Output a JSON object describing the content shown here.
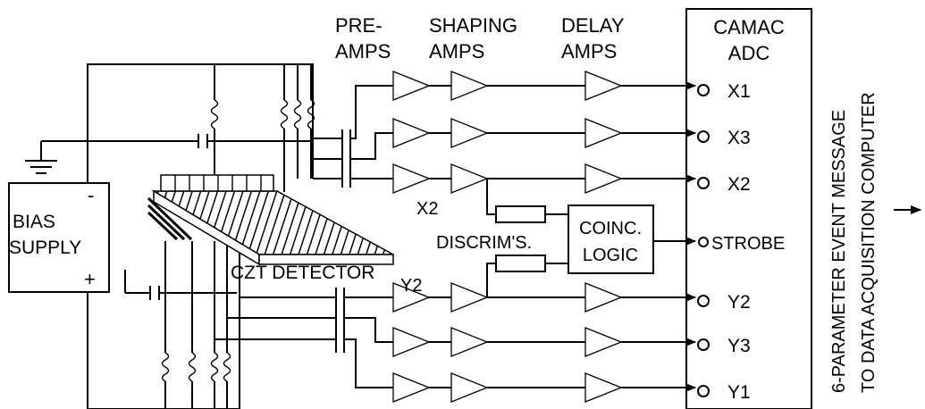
{
  "labels": {
    "preamps": [
      "PRE-",
      "AMPS"
    ],
    "shaping_amps": [
      "SHAPING",
      "AMPS"
    ],
    "delay_amps": [
      "DELAY",
      "AMPS"
    ],
    "camac": [
      "CAMAC",
      "ADC"
    ],
    "bias_supply": [
      "BIAS",
      "SUPPLY"
    ],
    "bias_minus": "-",
    "bias_plus": "+",
    "czt_detector": "CZT DETECTOR",
    "discrims": "DISCRIM'S.",
    "coinc": [
      "COINC.",
      "LOGIC"
    ],
    "x2_tap": "X2",
    "y2_tap": "Y2",
    "event_message": [
      "6-PARAMETER  EVENT  MESSAGE",
      "TO DATA ACQUISITION COMPUTER"
    ],
    "channels": [
      "X1",
      "X3",
      "X2",
      "STROBE",
      "Y2",
      "Y3",
      "Y1"
    ]
  },
  "colors": {
    "line": "#000000",
    "background": "#ffffff"
  }
}
